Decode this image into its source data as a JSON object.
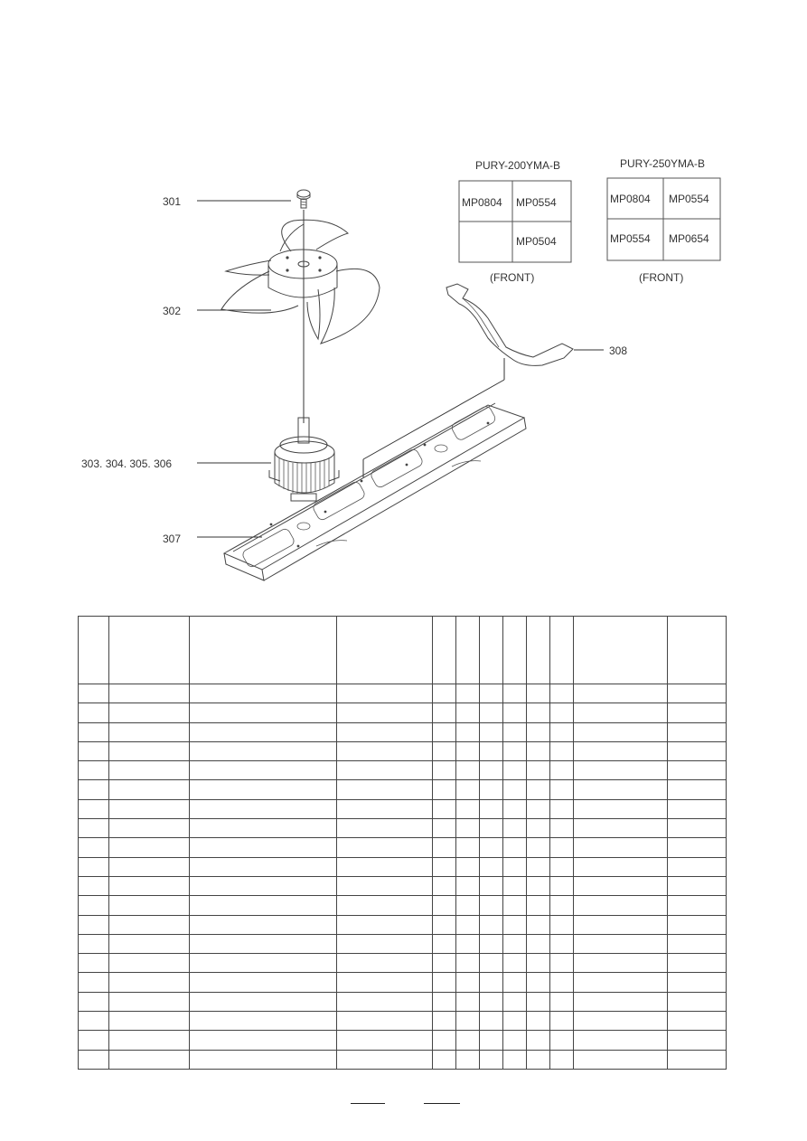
{
  "callouts": [
    "301",
    "302",
    "303. 304. 305. 306",
    "307",
    "308"
  ],
  "layout_boxes": [
    {
      "model": "PURY-200YMA-B",
      "cells": [
        "MP0804",
        "MP0554",
        "",
        "MP0504"
      ],
      "caption": "(FRONT)"
    },
    {
      "model": "PURY-250YMA-B",
      "cells": [
        "MP0804",
        "MP0554",
        "MP0554",
        "MP0654"
      ],
      "caption": "(FRONT)"
    }
  ],
  "table": {
    "column_count": 12,
    "row_count": 20
  }
}
